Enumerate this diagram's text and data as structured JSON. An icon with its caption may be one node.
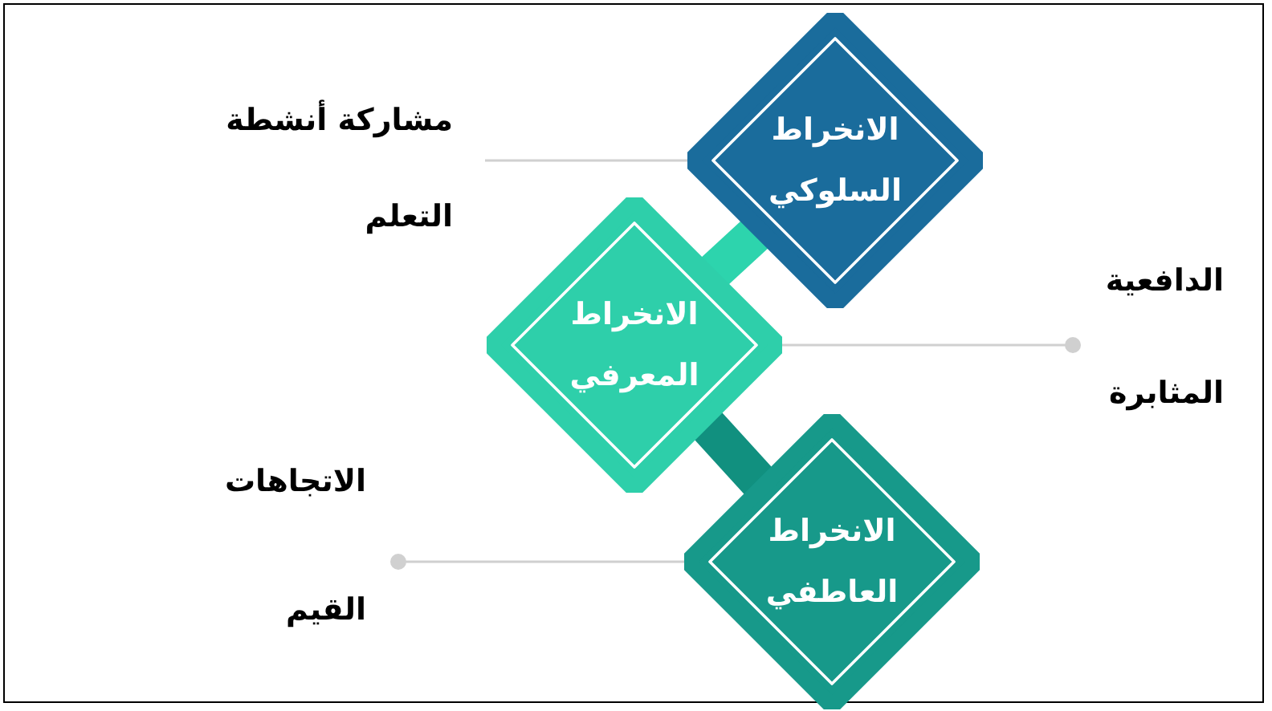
{
  "diagram": {
    "nodes": [
      {
        "text": [
          "الانخراط السلوكي"
        ]
      },
      {
        "text": [
          "الانخراط المعرفي"
        ]
      },
      {
        "text": [
          "الانخراط العاطفي"
        ]
      },
      {
        "text": [
          "مشاركة أنشطة التعلم"
        ]
      },
      {
        "text": [
          "الدافعية",
          "المثابرة"
        ]
      },
      {
        "text": [
          "الاتجاهات",
          "القيم"
        ]
      }
    ],
    "edges": [
      {
        "from": 0,
        "to": 1,
        "arrow": "none",
        "style": "thick",
        "color": "#2dd4ad"
      },
      {
        "from": 1,
        "to": 2,
        "arrow": "none",
        "style": "thick",
        "color": "#11907f"
      },
      {
        "from": 0,
        "to": 3,
        "arrow": "none"
      },
      {
        "from": 1,
        "to": 4,
        "arrow": "other"
      },
      {
        "from": 2,
        "to": 5,
        "arrow": "other"
      }
    ]
  }
}
